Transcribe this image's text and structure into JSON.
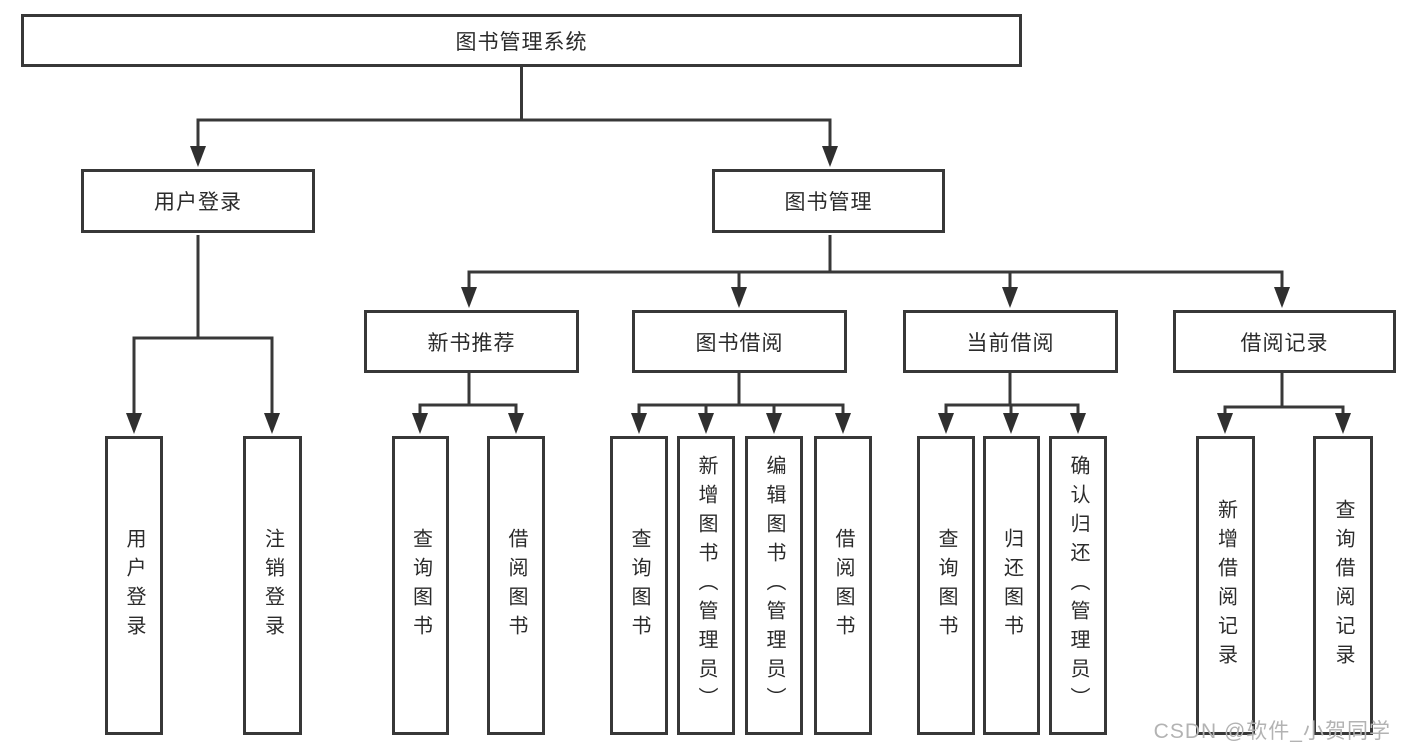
{
  "tree": {
    "label": "图书管理系统",
    "children": [
      {
        "label": "用户登录",
        "children": [
          {
            "label": "用户登录"
          },
          {
            "label": "注销登录"
          }
        ]
      },
      {
        "label": "图书管理",
        "children": [
          {
            "label": "新书推荐",
            "children": [
              {
                "label": "查询图书"
              },
              {
                "label": "借阅图书"
              }
            ]
          },
          {
            "label": "图书借阅",
            "children": [
              {
                "label": "查询图书"
              },
              {
                "label": "新增图书（管理员）"
              },
              {
                "label": "编辑图书（管理员）"
              },
              {
                "label": "借阅图书"
              }
            ]
          },
          {
            "label": "当前借阅",
            "children": [
              {
                "label": "查询图书"
              },
              {
                "label": "归还图书"
              },
              {
                "label": "确认归还（管理员）"
              }
            ]
          },
          {
            "label": "借阅记录",
            "children": [
              {
                "label": "新增借阅记录"
              },
              {
                "label": "查询借阅记录"
              }
            ]
          }
        ]
      }
    ]
  },
  "watermark": {
    "text": "CSDN @软件_小贺同学"
  },
  "colors": {
    "line": "#383838",
    "text": "#2b2b2b",
    "arrow": "#2f2f2f",
    "watermark": "#b3b3b3",
    "background": "#ffffff"
  }
}
